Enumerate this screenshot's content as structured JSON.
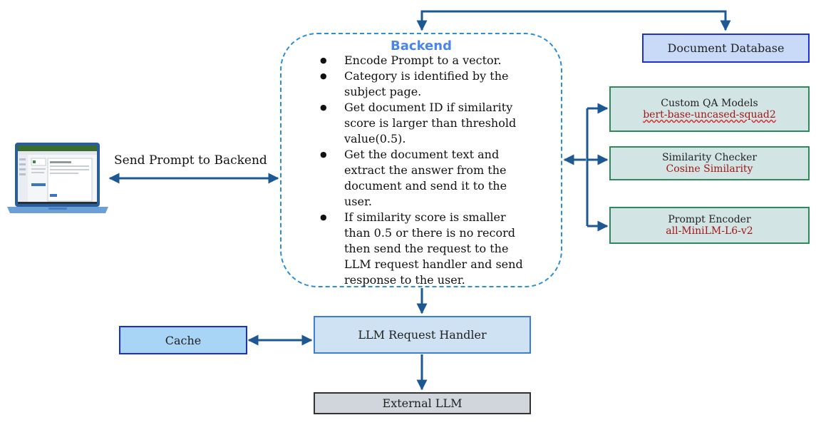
{
  "backend": {
    "title": "Backend",
    "items": [
      "Encode Prompt to a vector.",
      "Category is identified by the subject page.",
      "Get document ID if similarity score is larger than threshold value(0.5).",
      "Get the document text and extract the answer from the document and send it to the user.",
      "If similarity score is smaller than 0.5 or there is no record then send the request to the LLM request handler and send response to the user."
    ]
  },
  "edge_labels": {
    "send_prompt": "Send Prompt to Backend"
  },
  "nodes": {
    "document_database": "Document Database",
    "custom_qa": {
      "title": "Custom QA Models",
      "value": "bert-base-uncased-squad2"
    },
    "similarity": {
      "title": "Similarity Checker",
      "value": "Cosine Similarity"
    },
    "prompt_encoder": {
      "title": "Prompt Encoder",
      "value": "all-MiniLM-L6-v2"
    },
    "cache": "Cache",
    "llm_handler": "LLM Request Handler",
    "external_llm": "External LLM"
  },
  "colors": {
    "arrow": "#1c5894",
    "backend_border": "#2a8fd9",
    "backend_title": "#4a86e8",
    "model_value": "#a31515",
    "doc_db_fill": "#c9daf8",
    "doc_db_border": "#1f2fd8",
    "model_fill": "#d3e4e4",
    "model_border": "#2e8a5a",
    "cache_fill": "#a8d4f5",
    "cache_border": "#1a2ed8",
    "handler_fill": "#cfe2f3",
    "handler_border": "#3b7fd4",
    "external_fill": "#d0d6db",
    "external_border": "#333333"
  }
}
